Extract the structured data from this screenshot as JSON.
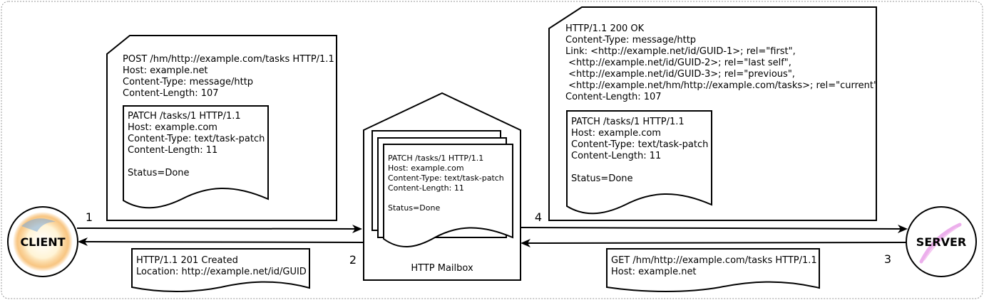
{
  "nodes": {
    "client": "CLIENT",
    "server": "SERVER",
    "mailbox": "HTTP Mailbox"
  },
  "steps": {
    "s1": "1",
    "s2": "2",
    "s3": "3",
    "s4": "4"
  },
  "colors": {
    "client_glow": "#f39c3a",
    "server_glow": "#e07adf",
    "frame": "#999999"
  },
  "messages": {
    "post_outer": [
      "POST /hm/http://example.com/tasks HTTP/1.1",
      "Host: example.net",
      "Content-Type: message/http",
      "Content-Length: 107"
    ],
    "patch_inner": [
      "PATCH /tasks/1 HTTP/1.1",
      "Host: example.com",
      "Content-Type: text/task-patch",
      "Content-Length: 11",
      "",
      "Status=Done"
    ],
    "created": [
      "HTTP/1.1 201 Created",
      "Location: http://example.net/id/GUID"
    ],
    "get_request": [
      "GET /hm/http://example.com/tasks HTTP/1.1",
      "Host: example.net"
    ],
    "ok_outer": [
      "HTTP/1.1 200 OK",
      "Content-Type: message/http",
      "Link: <http://example.net/id/GUID-1>; rel=\"first\",",
      " <http://example.net/id/GUID-2>; rel=\"last self\",",
      " <http://example.net/id/GUID-3>; rel=\"previous\",",
      " <http://example.net/hm/http://example.com/tasks>; rel=\"current\"",
      "Content-Length: 107"
    ]
  }
}
